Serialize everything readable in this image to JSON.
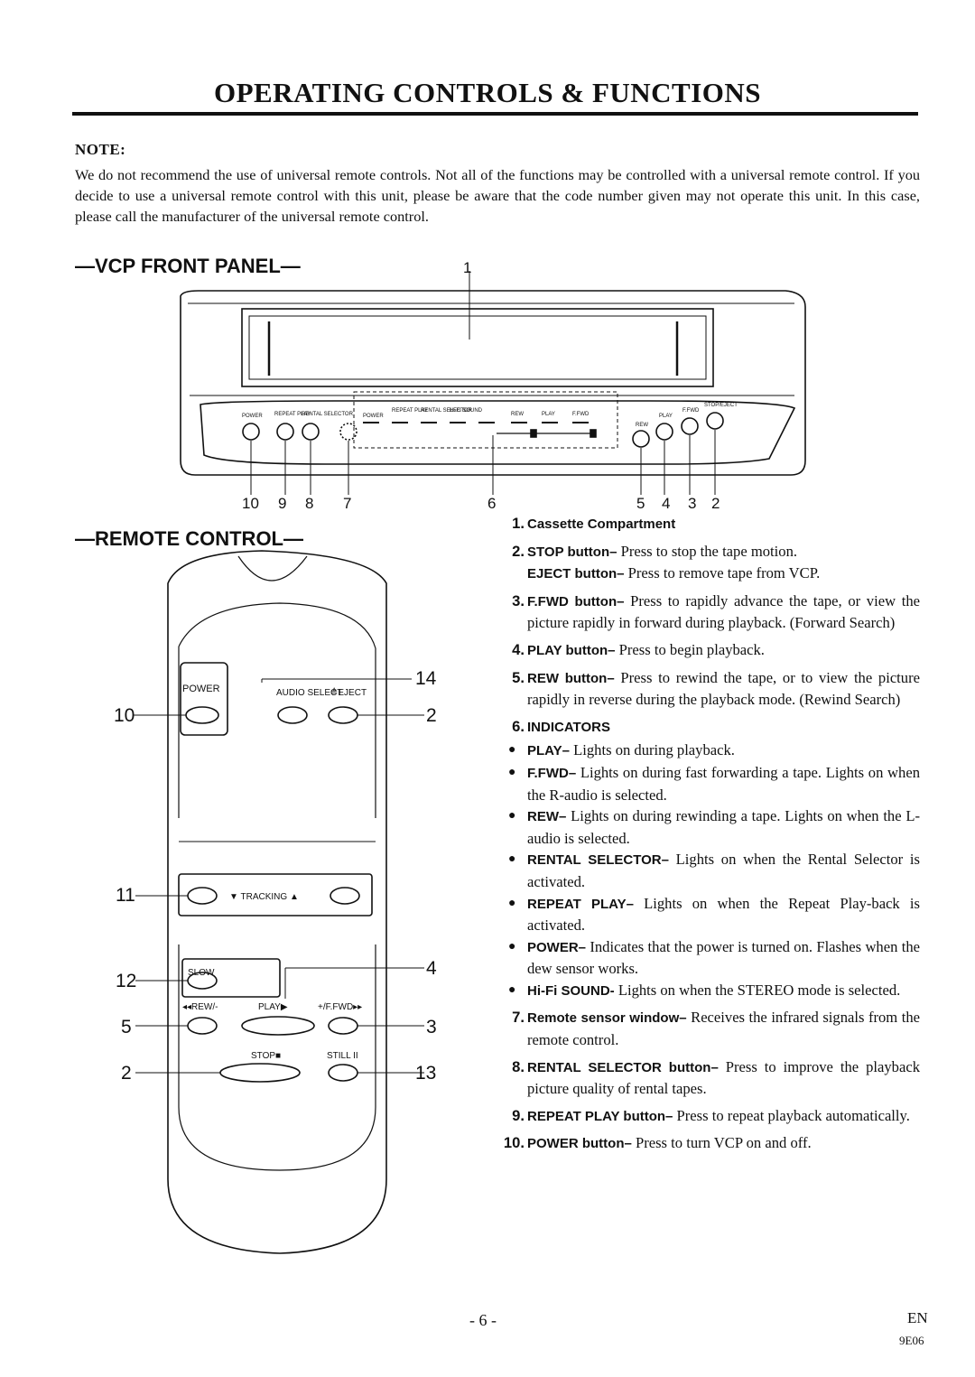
{
  "title": "OPERATING CONTROLS & FUNCTIONS",
  "note": {
    "heading": "NOTE:",
    "body": "We do not recommend the use of universal remote controls. Not all of the functions may be controlled with a universal remote control. If you decide to use a universal remote control with this unit, please be aware that the code number given may not operate this unit. In this case, please call the manufacturer of the universal remote control."
  },
  "front_panel": {
    "heading": "—VCP FRONT PANEL—",
    "top_callout": "1",
    "bottom_callouts": [
      "10",
      "9",
      "8",
      "7",
      "6",
      "5",
      "4",
      "3",
      "2"
    ],
    "labels": {
      "power": "POWER",
      "repeat_play": "REPEAT PLAY",
      "rental_selector": "RENTAL SELECTOR",
      "stop_eject": "STOP/EJECT",
      "play": "PLAY",
      "ffwd": "F.FWD",
      "rew": "REW",
      "ind_power": "POWER",
      "ind_repeat": "REPEAT PLAY",
      "ind_rental": "RENTAL SELECTOR",
      "ind_hifi": "Hi-Fi SOUND",
      "ind_rew": "REW",
      "ind_play": "PLAY",
      "ind_ffwd": "F.FWD"
    }
  },
  "remote": {
    "heading": "—REMOTE CONTROL—",
    "labels": {
      "power": "POWER",
      "audio_select": "AUDIO SELECT",
      "eject": "≜EJECT",
      "tracking": "▼ TRACKING ▲",
      "slow": "SLOW",
      "rew": "◂◂REW/-",
      "play": "PLAY▶",
      "ffwd": "+/F.FWD▸▸",
      "stop": "STOP■",
      "still": "STILL II"
    },
    "callouts": {
      "c14": "14",
      "c10": "10",
      "c2a": "2",
      "c11": "11",
      "c4": "4",
      "c12": "12",
      "c5": "5",
      "c3": "3",
      "c2b": "2",
      "c13": "13"
    }
  },
  "descriptions": {
    "items": [
      {
        "num": "1.",
        "label": "Cassette Compartment",
        "text": ""
      },
      {
        "num": "2.",
        "label": "STOP button–",
        "text": " Press to stop the tape motion."
      },
      {
        "num": "",
        "label": "EJECT button–",
        "text": " Press to remove tape from VCP."
      },
      {
        "num": "3.",
        "label": "F.FWD button–",
        "text": " Press to rapidly advance the tape, or view the picture rapidly in forward during playback. (Forward Search)"
      },
      {
        "num": "4.",
        "label": "PLAY button–",
        "text": " Press to begin playback."
      },
      {
        "num": "5.",
        "label": "REW button–",
        "text": " Press to rewind the tape, or to view the picture rapidly in reverse during the playback mode. (Rewind Search)"
      },
      {
        "num": "6.",
        "label": "INDICATORS",
        "text": ""
      }
    ],
    "indicators": [
      {
        "label": "PLAY–",
        "text": " Lights on during playback."
      },
      {
        "label": "F.FWD–",
        "text": " Lights on during fast forwarding a tape. Lights on when the R-audio is selected."
      },
      {
        "label": "REW–",
        "text": " Lights on during rewinding a tape. Lights on when the L-audio is selected."
      },
      {
        "label": "RENTAL SELECTOR–",
        "text": " Lights on when the Rental Selector is activated."
      },
      {
        "label": "REPEAT PLAY–",
        "text": " Lights on when the Repeat Play-back is activated."
      },
      {
        "label": "POWER–",
        "text": " Indicates that the power is turned on. Flashes when the dew sensor works."
      },
      {
        "label": "Hi-Fi SOUND-",
        "text": " Lights on when the STEREO mode is selected."
      }
    ],
    "items2": [
      {
        "num": "7.",
        "label": "Remote sensor window–",
        "text": " Receives the infrared signals from the remote control."
      },
      {
        "num": "8.",
        "label": "RENTAL SELECTOR button–",
        "text": " Press to improve the playback picture quality of rental tapes."
      },
      {
        "num": "9.",
        "label": "REPEAT PLAY button–",
        "text": " Press to repeat playback automatically."
      },
      {
        "num": "10.",
        "label": "POWER button–",
        "text": " Press to turn VCP on and off."
      }
    ]
  },
  "footer": {
    "page": "- 6 -",
    "lang": "EN",
    "code": "9E06"
  }
}
